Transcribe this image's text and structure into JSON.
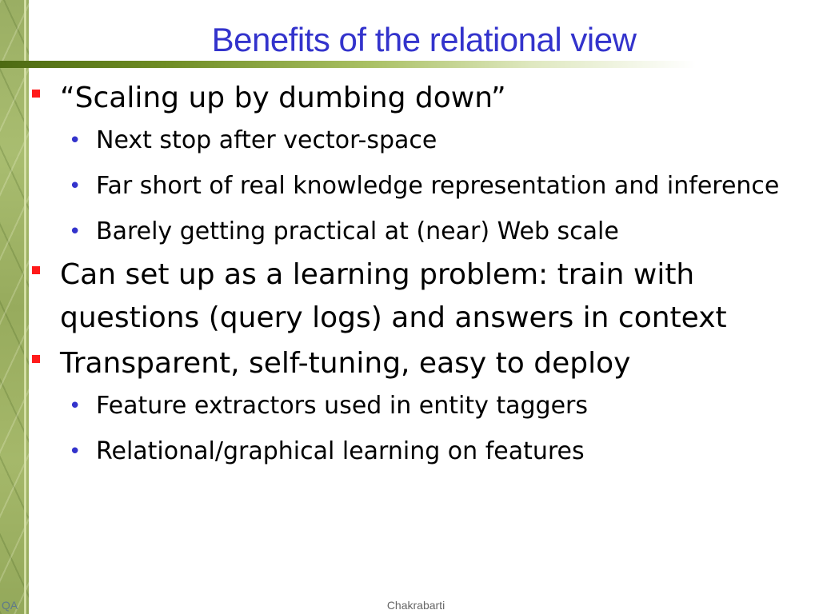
{
  "slide": {
    "title": "Benefits of the relational view",
    "bullets": [
      {
        "text": "“Scaling up by dumbing down”",
        "subbullets": [
          "Next stop after vector-space",
          "Far short of real knowledge representation and inference",
          "Barely getting practical at (near) Web scale"
        ]
      },
      {
        "text": "Can set up as a learning problem: train with questions (query logs) and answers in context",
        "subbullets": []
      },
      {
        "text": "Transparent, self-tuning, easy to deploy",
        "subbullets": [
          "Feature extractors used in entity taggers",
          "Relational/graphical learning on features"
        ]
      }
    ],
    "sub_bullet_glyph": "•",
    "footer": {
      "left": "QA",
      "center": "Chakrabarti"
    }
  },
  "colors": {
    "title": "#3333cc",
    "level1_marker": "#ff1a1a",
    "level2_marker": "#3333cc",
    "text": "#000000"
  },
  "icons": {
    "level1_marker": "red-square-bullet-icon",
    "level2_marker": "blue-dot-bullet-icon"
  }
}
